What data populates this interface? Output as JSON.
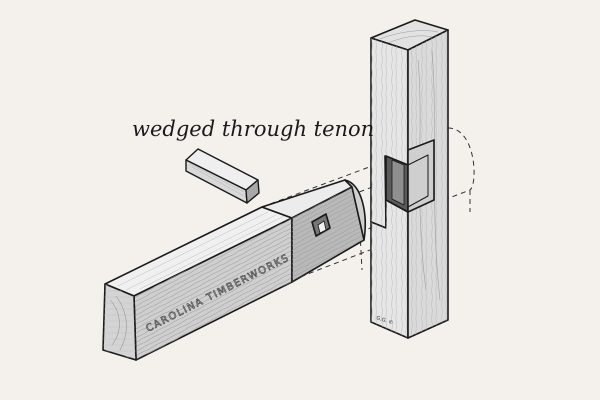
{
  "diagram": {
    "title": "wedged through tenon",
    "brand": "CAROLINA TIMBERWORKS",
    "signature": "G.G. ©"
  },
  "colors": {
    "background": "#f4f1ed",
    "outline": "#1a1a1a",
    "face_light": "#f2f1ef",
    "face_mid": "#dcdcdc",
    "face_dark": "#a6a6a6",
    "end_grain": "#d2d2d2"
  }
}
